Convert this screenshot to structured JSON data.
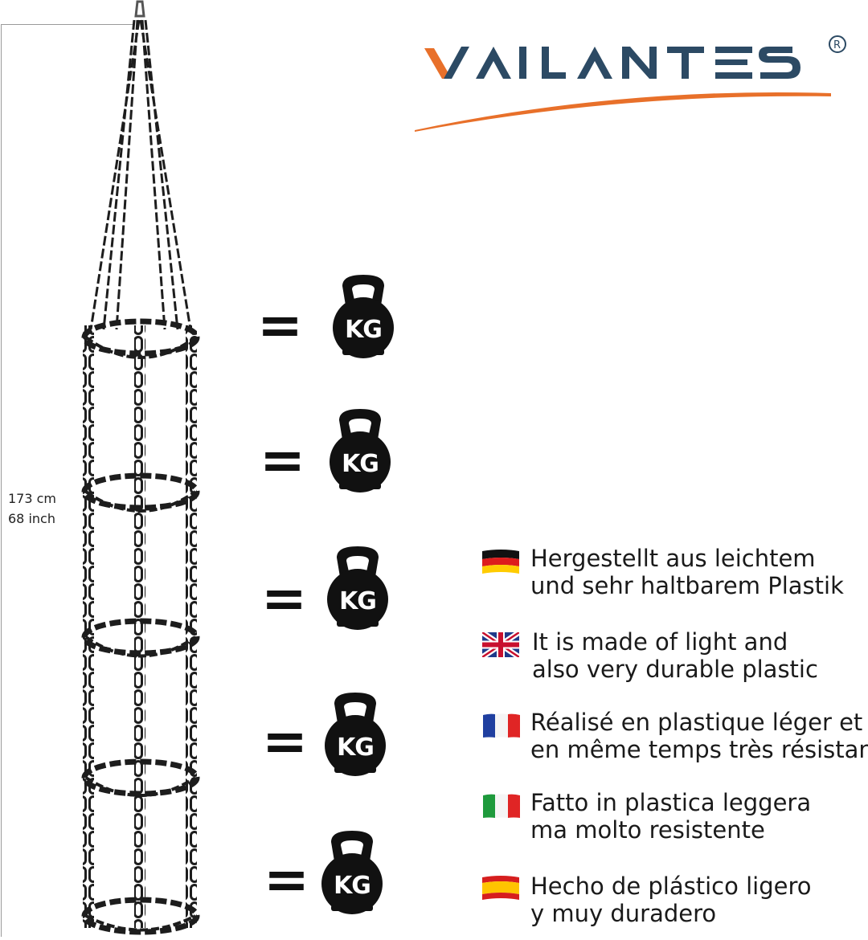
{
  "brand": {
    "name": "VAILANTES",
    "registered_mark": "®",
    "colors": {
      "primary": "#2c4a64",
      "accent": "#e8702a"
    }
  },
  "dimension": {
    "cm": "173 cm",
    "inch": "68 inch"
  },
  "equals_symbol": "=",
  "weights": [
    {
      "label": "KG"
    },
    {
      "label": "KG"
    },
    {
      "label": "KG"
    },
    {
      "label": "KG"
    },
    {
      "label": "KG"
    }
  ],
  "languages": [
    {
      "flag": "germany-flag",
      "line1": "Hergestellt aus leichtem",
      "line2": "und sehr haltbarem Plastik"
    },
    {
      "flag": "uk-flag",
      "line1": "It is made of light and",
      "line2": "also very durable plastic"
    },
    {
      "flag": "france-flag",
      "line1": "Réalisé en plastique léger et",
      "line2": "en même temps très résistant"
    },
    {
      "flag": "italy-flag",
      "line1": "Fatto in plastica leggera",
      "line2": "ma molto resistente"
    },
    {
      "flag": "spain-flag",
      "line1": "Hecho de plástico ligero",
      "line2": "y muy duradero"
    }
  ]
}
